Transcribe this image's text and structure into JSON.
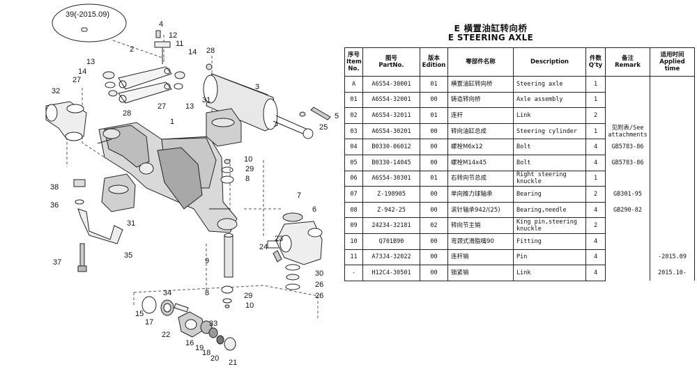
{
  "title_cn": "E 横置油缸转向桥",
  "title_en": "E STEERING AXLE",
  "headers": {
    "item": [
      "序号",
      "Item",
      "No."
    ],
    "part": [
      "图号",
      "PartNo."
    ],
    "edition": [
      "版本",
      "Edition"
    ],
    "name_cn": [
      "零部件名称"
    ],
    "description": [
      "Description"
    ],
    "qty": [
      "件数",
      "Q'ty"
    ],
    "remark": [
      "备注",
      "Remark"
    ],
    "applied": [
      "适用时间",
      "Applied",
      "time"
    ]
  },
  "rows": [
    {
      "item": "A",
      "part": "A6S54-30001",
      "edition": "01",
      "name_cn": "横置油缸转向桥",
      "desc": "Steering axle",
      "qty": "1",
      "remark": "",
      "applied": ""
    },
    {
      "item": "01",
      "part": "A6S54-32001",
      "edition": "00",
      "name_cn": "铸造转向桥",
      "desc": "Axle assembly",
      "qty": "1",
      "remark": "",
      "applied": ""
    },
    {
      "item": "02",
      "part": "A6S54-32011",
      "edition": "01",
      "name_cn": "连杆",
      "desc": "Link",
      "qty": "2",
      "remark": "",
      "applied": ""
    },
    {
      "item": "03",
      "part": "A6S54-30201",
      "edition": "00",
      "name_cn": "转向油缸总成",
      "desc": "Steering cylinder",
      "qty": "1",
      "remark": "见附表/See attachments",
      "applied": ""
    },
    {
      "item": "04",
      "part": "B0330-06012",
      "edition": "00",
      "name_cn": "螺栓M6x12",
      "desc": "Bolt",
      "qty": "4",
      "remark": "GB5783-86",
      "applied": ""
    },
    {
      "item": "05",
      "part": "B0330-14045",
      "edition": "00",
      "name_cn": "螺栓M14x45",
      "desc": "Bolt",
      "qty": "4",
      "remark": "GB5783-86",
      "applied": ""
    },
    {
      "item": "06",
      "part": "A6S54-30301",
      "edition": "01",
      "name_cn": "右转向节总成",
      "desc": "Right steering knuckle",
      "qty": "1",
      "remark": "",
      "applied": ""
    },
    {
      "item": "07",
      "part": "Z-198905",
      "edition": "00",
      "name_cn": "单向推力球轴承",
      "desc": "Bearing",
      "qty": "2",
      "remark": "GB301-95",
      "applied": ""
    },
    {
      "item": "08",
      "part": "Z-942-25",
      "edition": "00",
      "name_cn": "滚针轴承942/(25)",
      "desc": "Bearing,needle",
      "qty": "4",
      "remark": "GB290-82",
      "applied": ""
    },
    {
      "item": "09",
      "part": "24234-32181",
      "edition": "02",
      "name_cn": "转向节主销",
      "desc": "King pin,steering knuckle",
      "qty": "2",
      "remark": "",
      "applied": ""
    },
    {
      "item": "10",
      "part": "Q701B90",
      "edition": "00",
      "name_cn": "弯颈式滑脂嘴90",
      "desc": "Fitting",
      "qty": "4",
      "remark": "",
      "applied": ""
    },
    {
      "item": "11",
      "part": "A73J4-32022",
      "edition": "00",
      "name_cn": "连杆销",
      "desc": "Pin",
      "qty": "4",
      "remark": "",
      "applied": "-2015.09"
    },
    {
      "item": "-",
      "part": "H12C4-30501",
      "edition": "00",
      "name_cn": "锁紧销",
      "desc": "Link",
      "qty": "4",
      "remark": "",
      "applied": "2015.10-"
    }
  ],
  "callouts": [
    "39(-2015.09)",
    "4",
    "12",
    "11",
    "2",
    "14",
    "28",
    "13",
    "14",
    "27",
    "3",
    "32",
    "28",
    "27",
    "13",
    "31",
    "5",
    "25",
    "1",
    "10",
    "29",
    "8",
    "38",
    "36",
    "31",
    "7",
    "6",
    "35",
    "23",
    "24",
    "9",
    "37",
    "30",
    "26",
    "26",
    "34",
    "8",
    "29",
    "10",
    "15",
    "17",
    "22",
    "33",
    "16",
    "19",
    "18",
    "20",
    "21"
  ]
}
